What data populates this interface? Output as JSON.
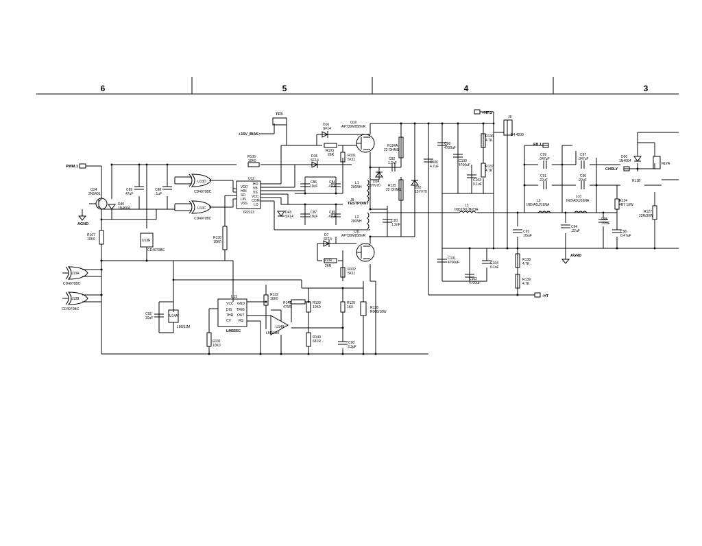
{
  "zones": [
    "6",
    "5",
    "4",
    "3"
  ],
  "nets": {
    "pwm": "PWM.1",
    "bias": "+15V_BIAS",
    "tp": "TP3",
    "hv_pos": "+HT.1",
    "hv_neg": "-HT",
    "fb": "FB.1",
    "chrly": "CHRLY",
    "agnd": "AGND",
    "testpoint": "TESTPOINT"
  },
  "transistors": {
    "q24": [
      "Q24",
      "2N5401"
    ],
    "q10": [
      "Q10",
      "APT30M85BVR"
    ],
    "q11": [
      "Q11",
      "APT30M85BVR"
    ]
  },
  "ics": {
    "u12": [
      "U12",
      "IR2113"
    ],
    "u15": [
      "U15",
      "LM555C"
    ],
    "u13d": [
      "U13D",
      "CD4070BC"
    ],
    "u13c": [
      "U13C",
      "CD4070BC"
    ],
    "u13a": [
      "U13A",
      "CD4070BC"
    ],
    "u13b": [
      "U13B",
      "CD4070BC"
    ],
    "u13e": [
      "U13E",
      "CD4070BC"
    ],
    "u14a": [
      "U14A",
      "LM311M"
    ],
    "u14b": [
      "U14B",
      "LM311M"
    ]
  },
  "u12_pins": [
    "VDD",
    "HIN",
    "SD",
    "LIN",
    "VSS",
    "HO",
    "VB",
    "VS",
    "VCC",
    "COM",
    "LO"
  ],
  "u15_pins": [
    "DIS",
    "THR",
    "CV",
    "GND",
    "TRIG",
    "OUT",
    "RS",
    "VCC"
  ],
  "resistors": {
    "r107": [
      "R107",
      "10K0"
    ],
    "r130": [
      "R130",
      "10K0"
    ],
    "r105": [
      "R105",
      "10K0"
    ],
    "r103": [
      "R103",
      "26R"
    ],
    "r101": [
      "R101",
      "5K11"
    ],
    "r104": [
      "R104",
      "26R"
    ],
    "r102": [
      "R102",
      "5K11"
    ],
    "r131": [
      "R131",
      "10K0"
    ],
    "r132": [
      "R132",
      "16K0"
    ],
    "r141": [
      "R141",
      "475R"
    ],
    "r133": [
      "R133",
      "10K0"
    ],
    "r140": [
      "R140",
      "681R"
    ],
    "r129": [
      "R129",
      "1K0"
    ],
    "r128": [
      "R128",
      "R008/10W"
    ],
    "r124": [
      "R124A",
      "22 OHMS"
    ],
    "r125": [
      "R125",
      "22 OHMS"
    ],
    "r136": [
      "R136",
      "4.7K"
    ],
    "r137": [
      "R137",
      "4.7K"
    ],
    "r138": [
      "R138",
      "4.7K"
    ],
    "r139": [
      "R139",
      "4.7K"
    ],
    "r134": [
      "R134",
      "4R7 10W"
    ],
    "r127": [
      "R127",
      "22R/30W"
    ]
  },
  "capacitors": {
    "c89": [
      "C89",
      "47uF"
    ],
    "c88": [
      "C88",
      ".1uF"
    ],
    "c86": [
      "C86",
      "10uF"
    ],
    "c84": [
      "C84",
      ".47uF"
    ],
    "c87": [
      "C87",
      "10uF"
    ],
    "c85": [
      "C85",
      ".47uF"
    ],
    "c82": [
      "C82",
      "1.2nF"
    ],
    "c83": [
      "C83",
      "1.2nF"
    ],
    "c92": [
      "C92",
      "10uF"
    ],
    "c90": [
      "C90",
      "3.3pF"
    ],
    "c98": [
      "C98",
      "4700uF"
    ],
    "c100": [
      "C100",
      "4700uF"
    ],
    "c103": [
      "C103",
      "0.1uF"
    ],
    "c106": [
      "C106",
      "4.7uF"
    ],
    "c101": [
      "C101",
      "4700uF"
    ],
    "c102": [
      "C102",
      "4700uF"
    ],
    "c104": [
      "C104",
      "0.1uF"
    ],
    "c93": [
      "C93",
      ".05uF"
    ],
    "c94": [
      "C94",
      ".22uF"
    ],
    "c95": [
      "C95",
      ".22uF"
    ],
    "c96": [
      "C96",
      "0.47uF"
    ],
    "c99": [
      "C99",
      ".047uF"
    ],
    "c97": [
      "C97",
      ".047uF"
    ],
    "c91": [
      "C91",
      ".22uF"
    ],
    "c90b": [
      "C90",
      ".22uF"
    ]
  },
  "diodes": {
    "d40": [
      "D40",
      "1N4004"
    ],
    "d16": [
      "D16",
      "SF14"
    ],
    "d15": [
      "D15",
      "SF14"
    ],
    "d43": [
      "D43",
      "SF14"
    ],
    "d7": [
      "D7",
      "SF14"
    ],
    "d14": [
      "D14",
      "15YV70"
    ],
    "d20": [
      "D20",
      "15YV70"
    ],
    "d30": [
      "D30",
      "1N4004"
    ]
  },
  "inductors": {
    "l1": [
      "L1",
      "200NH"
    ],
    "l2": [
      "L2",
      "200NH"
    ],
    "l3": [
      "L3",
      "IND220UH/23A"
    ],
    "l9": [
      "L9",
      "IND/ADJ/16NA"
    ],
    "l10": [
      "L10",
      "IND/ADJ/16NA"
    ]
  },
  "misc": {
    "j8": "J8",
    "j9": "J8",
    "j9_part": "B4-4030",
    "rl_a": "RLYA",
    "rl_b": "RL1B"
  }
}
